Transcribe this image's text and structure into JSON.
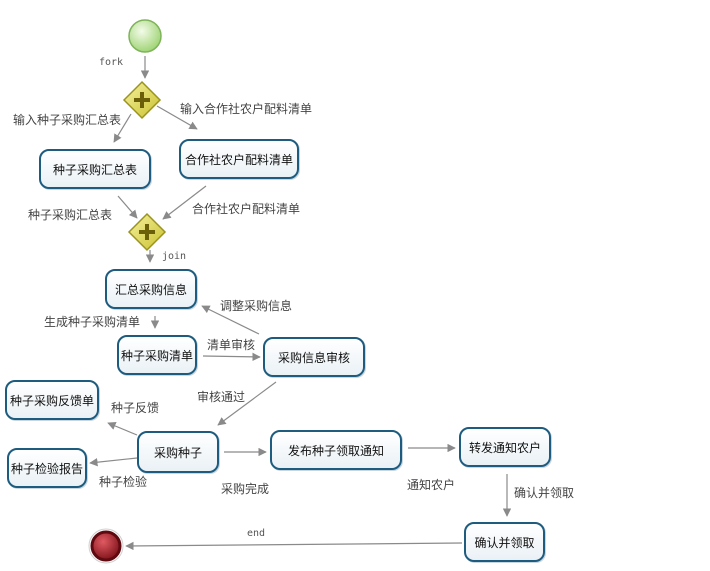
{
  "nodes": {
    "start": {
      "shape": "start-event",
      "color": "#9bd26f"
    },
    "fork": {
      "shape": "parallel-gateway",
      "color": "#d6cf3a"
    },
    "join": {
      "shape": "parallel-gateway",
      "color": "#d6cf3a"
    },
    "end": {
      "shape": "end-event",
      "color": "#9b1c24"
    },
    "seed_summary": "种子采购汇总表",
    "coop_list": "合作社农户配料清单",
    "summarize": "汇总采购信息",
    "seed_list": "种子采购清单",
    "review": "采购信息审核",
    "feedback": "种子采购反馈单",
    "inspection": "种子检验报告",
    "purchase": "采购种子",
    "publish": "发布种子领取通知",
    "forward": "转发通知农户",
    "confirm": "确认并领取"
  },
  "edges": {
    "fork": "fork",
    "input_seed_summary": "输入种子采购汇总表",
    "input_coop_list": "输入合作社农户配料清单",
    "seed_summary": "种子采购汇总表",
    "coop_list": "合作社农户配料清单",
    "join": "join",
    "generate_list": "生成种子采购清单",
    "adjust": "调整采购信息",
    "list_review": "清单审核",
    "approved": "审核通过",
    "seed_feedback": "种子反馈",
    "seed_inspection": "种子检验",
    "purchase_done": "采购完成",
    "notify_farmers": "通知农户",
    "confirm_collect": "确认并领取",
    "end": "end"
  }
}
